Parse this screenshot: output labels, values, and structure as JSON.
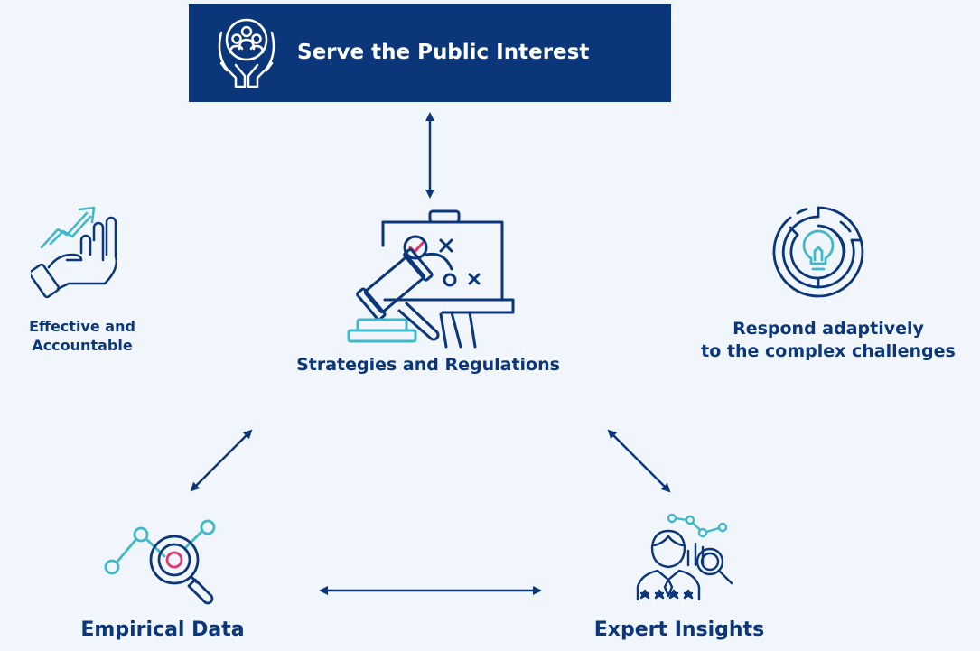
{
  "header": {
    "title": "Serve the Public Interest",
    "icon": "community-care-icon"
  },
  "nodes": {
    "center": {
      "label": "Strategies and Regulations",
      "icon": "gavel-strategy-board-icon"
    },
    "left": {
      "label_line1": "Effective and",
      "label_line2": "Accountable",
      "icon": "growth-hand-icon"
    },
    "right": {
      "label_line1": "Respond adaptively",
      "label_line2": "to the complex challenges",
      "icon": "maze-lightbulb-icon"
    },
    "bottom_left": {
      "label": "Empirical Data",
      "icon": "data-magnifier-icon"
    },
    "bottom_right": {
      "label": "Expert Insights",
      "icon": "expert-analysis-icon"
    }
  },
  "colors": {
    "navy": "#0b3679",
    "teal": "#3fb8c9",
    "pink": "#e5336b",
    "background": "#f1f6fd"
  }
}
